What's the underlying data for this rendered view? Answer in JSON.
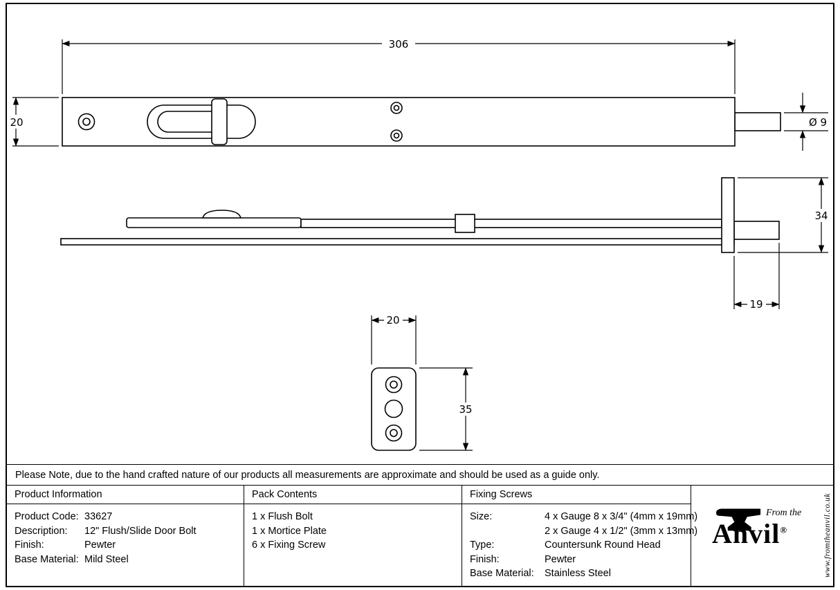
{
  "drawing": {
    "dims": {
      "front_length": "306",
      "front_height": "20",
      "rod_diameter": "Ø 9",
      "side_height": "34",
      "rod_projection": "19",
      "plate_width": "20",
      "plate_height": "35"
    }
  },
  "note": "Please Note, due to the hand crafted nature of our products all measurements are approximate and should be used as a guide only.",
  "table": {
    "product_information": {
      "header": "Product Information",
      "rows": [
        {
          "label": "Product Code:",
          "value": "33627"
        },
        {
          "label": "Description:",
          "value": "12\" Flush/Slide Door Bolt"
        },
        {
          "label": "Finish:",
          "value": "Pewter"
        },
        {
          "label": "Base Material:",
          "value": "Mild Steel"
        }
      ]
    },
    "pack_contents": {
      "header": "Pack Contents",
      "items": [
        "1 x Flush Bolt",
        "1 x Mortice Plate",
        "6 x Fixing Screw"
      ]
    },
    "fixing_screws": {
      "header": "Fixing Screws",
      "rows": [
        {
          "label": "Size:",
          "value": "4 x Gauge 8 x 3/4\" (4mm x 19mm)"
        },
        {
          "label": "",
          "value": "2 x Gauge 4 x 1/2\" (3mm x 13mm)"
        },
        {
          "label": "Type:",
          "value": "Countersunk Round Head"
        },
        {
          "label": "Finish:",
          "value": "Pewter"
        },
        {
          "label": "Base Material:",
          "value": "Stainless Steel"
        }
      ]
    }
  },
  "logo": {
    "tagline": "From the",
    "brand": "Anvil",
    "registered": "®",
    "website": "www.fromtheanvil.co.uk"
  }
}
